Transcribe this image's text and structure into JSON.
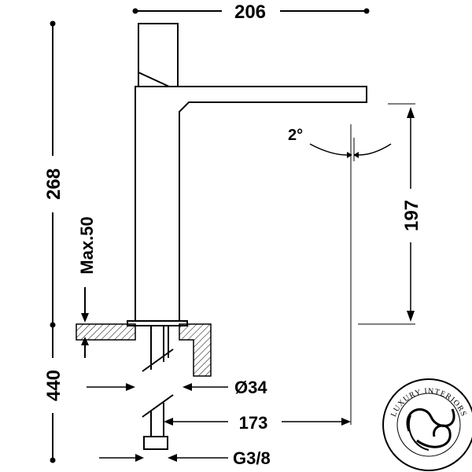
{
  "dimensions": {
    "total_width": "206",
    "total_height": "268",
    "spout_height": "197",
    "max_counter": "Max.50",
    "angle": "2°",
    "hose_length": "440",
    "bore_diameter": "Ø34",
    "reach": "173",
    "thread": "G3/8"
  },
  "logo": {
    "text": "LUXURY INTERIORS"
  }
}
